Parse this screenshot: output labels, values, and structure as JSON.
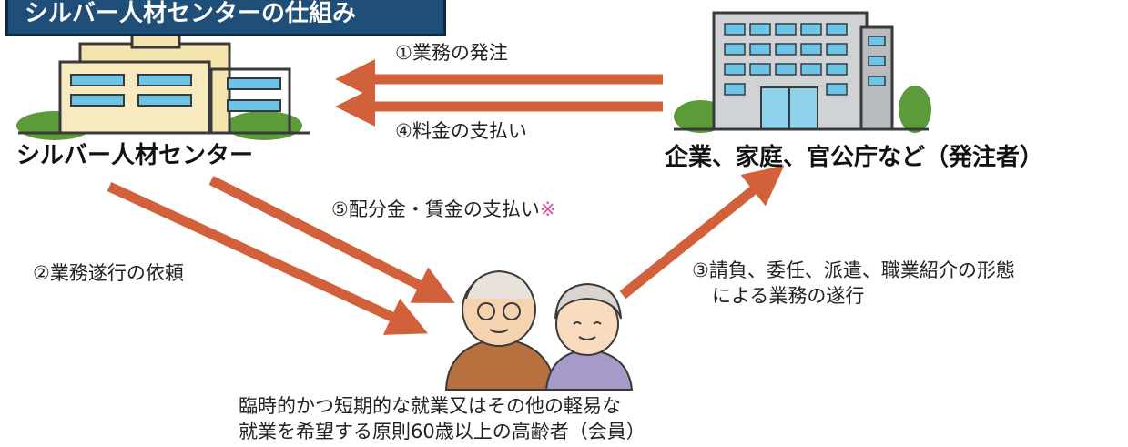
{
  "title": "シルバー人材センターの仕組み",
  "nodes": {
    "center": {
      "label": "シルバー人材センター",
      "icon": "office-building-icon"
    },
    "client": {
      "label": "企業、家庭、官公庁など（発注者）",
      "icon": "tall-office-building-icon"
    },
    "members": {
      "icon": "elderly-couple-icon",
      "caption_line1": "臨時的かつ短期的な就業又はその他の軽易な",
      "caption_line2": "就業を希望する原則60歳以上の高齢者（会員）"
    }
  },
  "edges": {
    "e1": {
      "label": "①業務の発注"
    },
    "e4": {
      "label": "④料金の支払い"
    },
    "e5": {
      "label": "⑤配分金・賃金の支払い",
      "note_mark": "※"
    },
    "e2": {
      "label": "②業務遂行の依頼"
    },
    "e3": {
      "line1": "③請負、委任、派遣、職業紹介の形態",
      "line2": "による業務の遂行"
    }
  },
  "colors": {
    "arrow": "#d2603a",
    "banner": "#1f4e79",
    "note_mark": "#e04aa0"
  }
}
